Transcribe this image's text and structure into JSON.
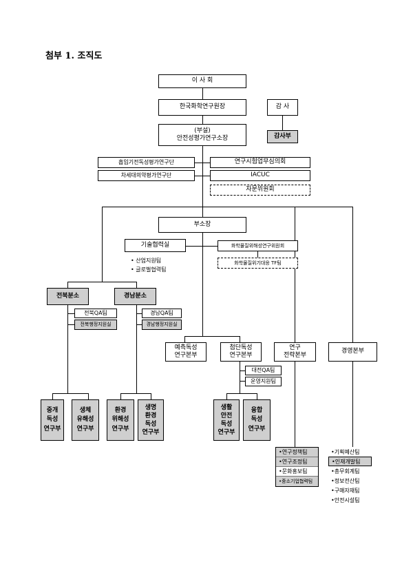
{
  "title": "첨부 1. 조직도",
  "nodes": {
    "board": "이 사 회",
    "president": "한국화학연구원장",
    "auditor": "감 사",
    "audit_dept": "감사부",
    "director": "(부설)\n안전성평가연구소장",
    "inhal_team": "흡입기전독성평가연구단",
    "nextgen_team": "차세대의약평가연구단",
    "research_committee": "연구시험업무심의회",
    "iacuc": "IACUC",
    "advisory": "자문위원회",
    "vice_director": "부소장",
    "tech_coop": "기술협력실",
    "chem_committee": "화학물질위해성연구위원회",
    "chem_tf": "화학물질위기대응 TF팀",
    "jeonbuk": "전북분소",
    "gyeongnam": "경남분소",
    "jeonbuk_qa": "전북QA팀",
    "jeonbuk_admin": "전북행정지원실",
    "gyeongnam_qa": "경남QA팀",
    "gyeongnam_admin": "경남행정지원실",
    "predictive": "예측독성\n연구본부",
    "advanced": "첨단독성\n연구본부",
    "strategy": "연구\n전략본부",
    "management": "경영본부",
    "daejeon_qa": "대전QA팀",
    "ops_support": "운영지원팀",
    "relay_tox": "중개\n독성\n연구부",
    "eco_hazard": "생체\n유해성\n연구부",
    "env_hazard": "환경\n위해성\n연구부",
    "life_env": "생명\n환경\n독성\n연구부",
    "living_safety": "생활\n안전\n독성\n연구부",
    "fusion_tox": "융합\n독성\n연구부"
  },
  "tech_coop_items": [
    "산업지원팀",
    "글로벌협력팀"
  ],
  "strategy_teams": [
    {
      "label": "연구정책팀",
      "shaded": true
    },
    {
      "label": "연구조정팀",
      "shaded": true
    },
    {
      "label": "문화홍보팀",
      "shaded": false
    },
    {
      "label": "중소기업협력팀",
      "shaded": true
    }
  ],
  "management_teams": [
    {
      "label": "기획예산팀",
      "shaded": false
    },
    {
      "label": "인재개발팀",
      "shaded": true
    },
    {
      "label": "총무회계팀",
      "shaded": false
    },
    {
      "label": "정보전산팀",
      "shaded": false
    },
    {
      "label": "구매자재팀",
      "shaded": false
    },
    {
      "label": "안전시설팀",
      "shaded": false
    }
  ]
}
